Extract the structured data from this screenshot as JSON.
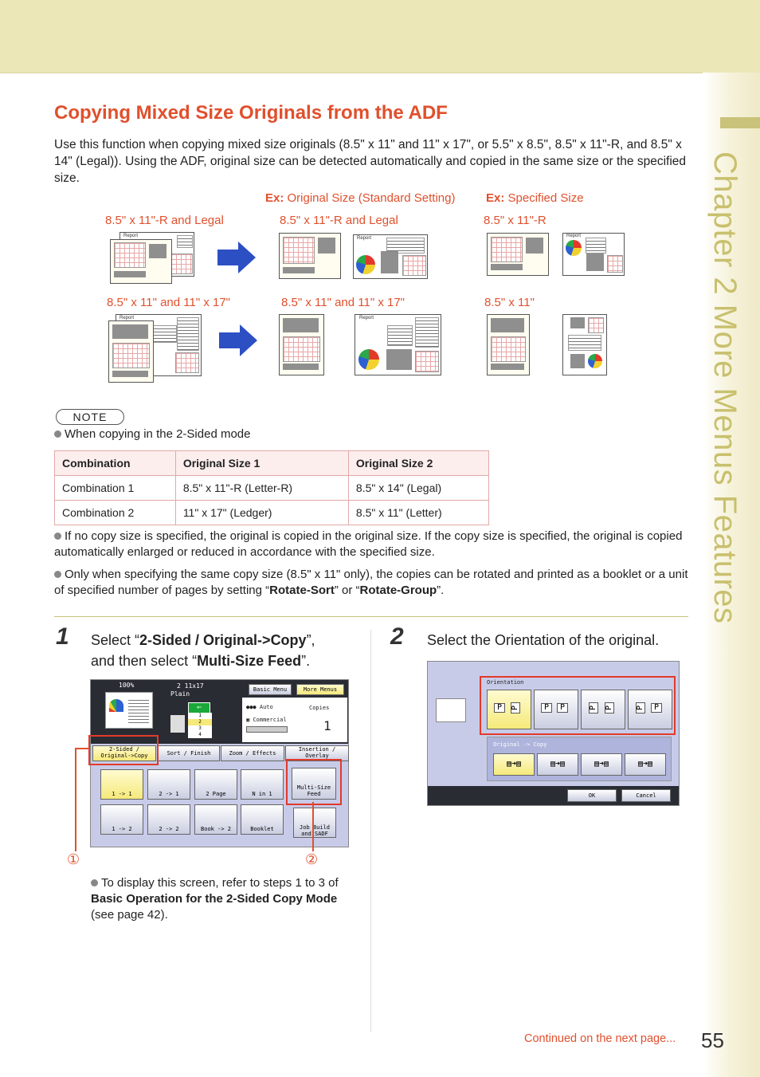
{
  "chapter": "Chapter 2   More Menus Features",
  "section_title": "Copying Mixed Size Originals from the ADF",
  "intro": "Use this function when copying mixed size originals (8.5\" x 11\" and 11\" x 17\", or 5.5\" x 8.5\", 8.5\" x 11\"-R, and 8.5\" x 14\" (Legal)). Using the ADF, original size can be detected automatically and copied in the same size or the specified size.",
  "examples": {
    "ex_label": "Ex:",
    "standard": "Original Size (Standard Setting)",
    "specified": "Specified Size",
    "row1": [
      "8.5\" x 11\"-R and Legal",
      "8.5\" x 11\"-R and Legal",
      "8.5\" x 11\"-R"
    ],
    "row2": [
      "8.5\" x 11\" and 11\" x 17\"",
      "8.5\" x 11\" and 11\" x 17\"",
      "8.5\" x 11\""
    ],
    "doc_label": "Report"
  },
  "note": {
    "label": "NOTE",
    "bullet1": "When copying in the 2-Sided mode",
    "table": {
      "headers": [
        "Combination",
        "Original Size 1",
        "Original Size 2"
      ],
      "rows": [
        [
          "Combination 1",
          "8.5\" x 11\"-R (Letter-R)",
          "8.5\" x 14\" (Legal)"
        ],
        [
          "Combination 2",
          "11\" x 17\" (Ledger)",
          "8.5\" x 11\" (Letter)"
        ]
      ]
    },
    "bullet2": "If no copy size is specified, the original is copied in the original size. If the copy size is specified, the original is copied automatically enlarged or reduced in accordance with the specified size.",
    "bullet3_a": "Only when specifying the same copy size (8.5\" x 11\" only), the copies can be rotated and printed as a booklet or a unit of specified number of pages by setting “",
    "bullet3_b1": "Rotate-Sort",
    "bullet3_mid": "” or “",
    "bullet3_b2": "Rotate-Group",
    "bullet3_end": "”."
  },
  "step1": {
    "number": "1",
    "t1": "Select “",
    "b1": "2-Sided / Original->Copy",
    "t2": "”,",
    "t3": "and then select “",
    "b2": "Multi-Size Feed",
    "t4": "”.",
    "note_a": "To display this screen, refer to steps 1 to 3 of ",
    "note_b": "Basic Operation for the 2-Sided Copy Mode",
    "note_c": " (see page 42).",
    "callout1": "①",
    "callout2": "②"
  },
  "step2": {
    "number": "2",
    "text": "Select the Orientation of the original."
  },
  "screen1": {
    "zoom": "100%",
    "paper": "11x17",
    "paper_type": "Plain",
    "tab_basic": "Basic Menu",
    "tab_more": "More Menus",
    "auto": "Auto",
    "commercial": "Commercial",
    "copies_label": "Copies",
    "copies_value": "1",
    "trays": [
      "1",
      "2",
      "3",
      "4"
    ],
    "tabs": [
      "2-Sided / Original->Copy",
      "Sort / Finish",
      "Zoom / Effects",
      "Insertion / Overlay"
    ],
    "row1": [
      "1 -> 1",
      "2 -> 1",
      "2 Page",
      "N in 1"
    ],
    "row2": [
      "1 -> 2",
      "2 -> 2",
      "Book -> 2",
      "Booklet"
    ],
    "multi": "Multi-Size Feed",
    "job": "Job Build and SADF"
  },
  "screen2": {
    "orientation": "Orientation",
    "original_copy": "Original -> Copy",
    "ok": "OK",
    "cancel": "Cancel",
    "p": "P"
  },
  "footer": {
    "continued": "Continued on the next page...",
    "page": "55"
  }
}
